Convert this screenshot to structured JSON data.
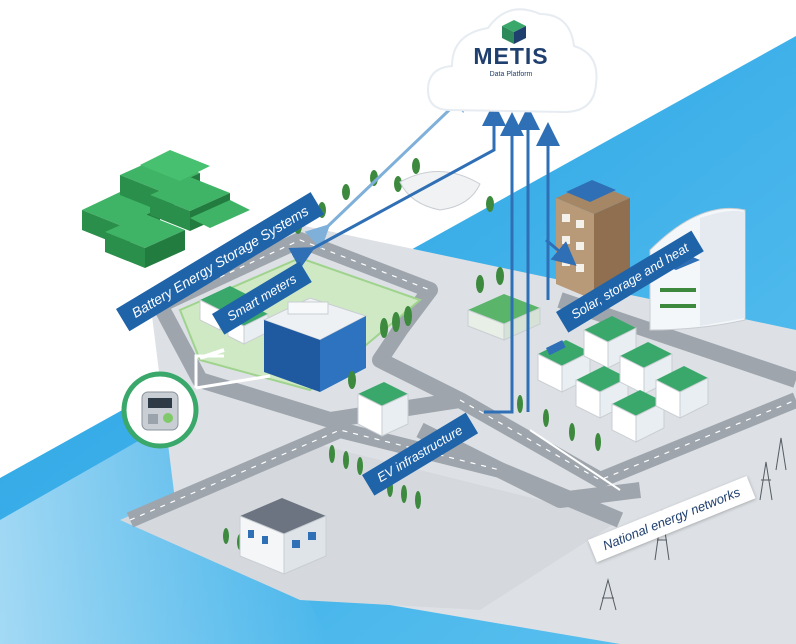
{
  "platform": {
    "name": "METIS",
    "subtitle": "Data Platform"
  },
  "labels": {
    "battery_storage": "Battery Energy Storage Systems",
    "smart_meters": "Smart meters",
    "solar_storage_heat": "Solar, storage and heat",
    "ev_infrastructure": "EV infrastructure",
    "national_networks": "National energy networks"
  },
  "colors": {
    "banner_blue": "#1f63a8",
    "sky_blue": "#1aa0e0",
    "arrow_blue": "#2f6fb5",
    "battery_green": "#2e9b4f",
    "logo_green": "#3aa86b",
    "road_grey": "#9ea5ad"
  },
  "icons": {
    "cloud": "cloud-icon",
    "logo": "metis-logo-icon",
    "meter": "smart-meter-icon"
  }
}
